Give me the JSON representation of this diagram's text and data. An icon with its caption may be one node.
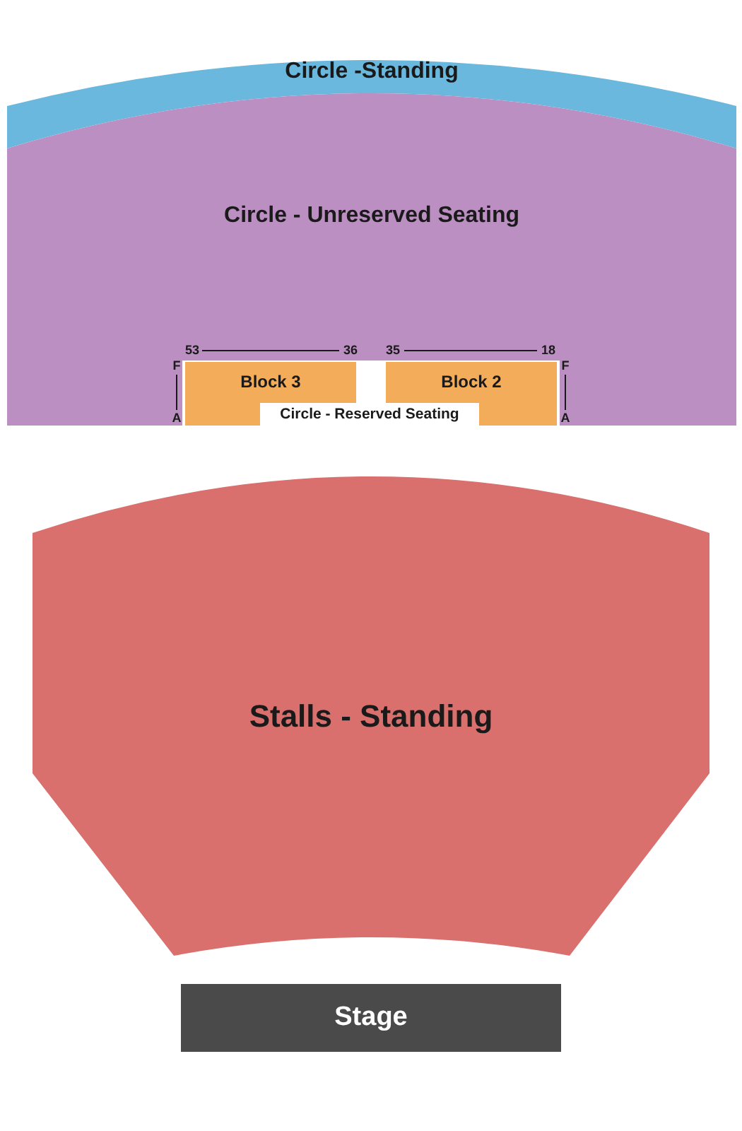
{
  "diagram": {
    "nodes": [
      {
        "text": [
          "Circle -Standing"
        ]
      },
      {
        "text": [
          "Circle - Unreserved Seating"
        ]
      },
      {
        "text": [
          "Circle - Reserved Seating"
        ],
        "in": 1
      },
      {
        "text": [
          "Block 3"
        ],
        "in": 2
      },
      {
        "text": [
          "Block 2"
        ],
        "in": 2
      },
      {
        "text": [
          "Stalls - Standing"
        ]
      },
      {
        "text": [
          "Stage"
        ]
      }
    ],
    "edges": [],
    "labels": [
      "53",
      "36",
      "35",
      "18",
      "F",
      "A",
      "F",
      "A"
    ]
  }
}
